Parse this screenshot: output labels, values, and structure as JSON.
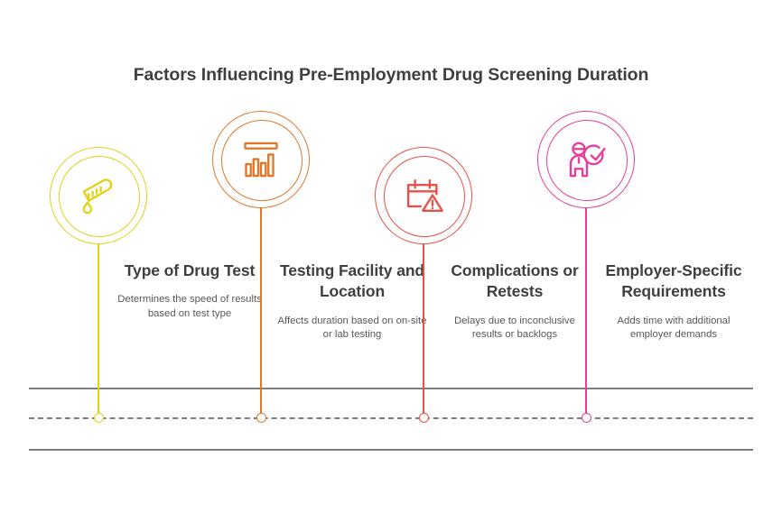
{
  "header": {
    "title": "Factors Influencing Pre-Employment Drug Screening Duration"
  },
  "palette": {
    "yellow": "#E3D117",
    "orange": "#DF782B",
    "red": "#E8504A",
    "pink": "#E63E9C",
    "rule_gray": "#7d7d7d",
    "title_text": "#3f3f3f",
    "body_text": "#55585c",
    "background": "#ffffff"
  },
  "axis": {
    "solid_line_top": "solid-rule",
    "dashed_line": "dashed-rule",
    "solid_line_bottom": "solid-rule"
  },
  "nodes": [
    {
      "id": "type-of-drug-test",
      "title": "Type of Drug Test",
      "description": "Determines the speed of results based on test type",
      "icon": "test-strip-droplet-icon",
      "color": "#E3D117"
    },
    {
      "id": "testing-facility-and-location",
      "title": "Testing Facility and Location",
      "description": "Affects duration based on on-site or lab testing",
      "icon": "bar-chart-board-icon",
      "color": "#DF782B"
    },
    {
      "id": "complications-or-retests",
      "title": "Complications or Retests",
      "description": "Delays due to inconclusive results or backlogs",
      "icon": "calendar-warning-icon",
      "color": "#E8504A"
    },
    {
      "id": "employer-specific-requirements",
      "title": "Employer-Specific Requirements",
      "description": "Adds time with additional employer demands",
      "icon": "person-check-icon",
      "color": "#E63E9C"
    }
  ]
}
